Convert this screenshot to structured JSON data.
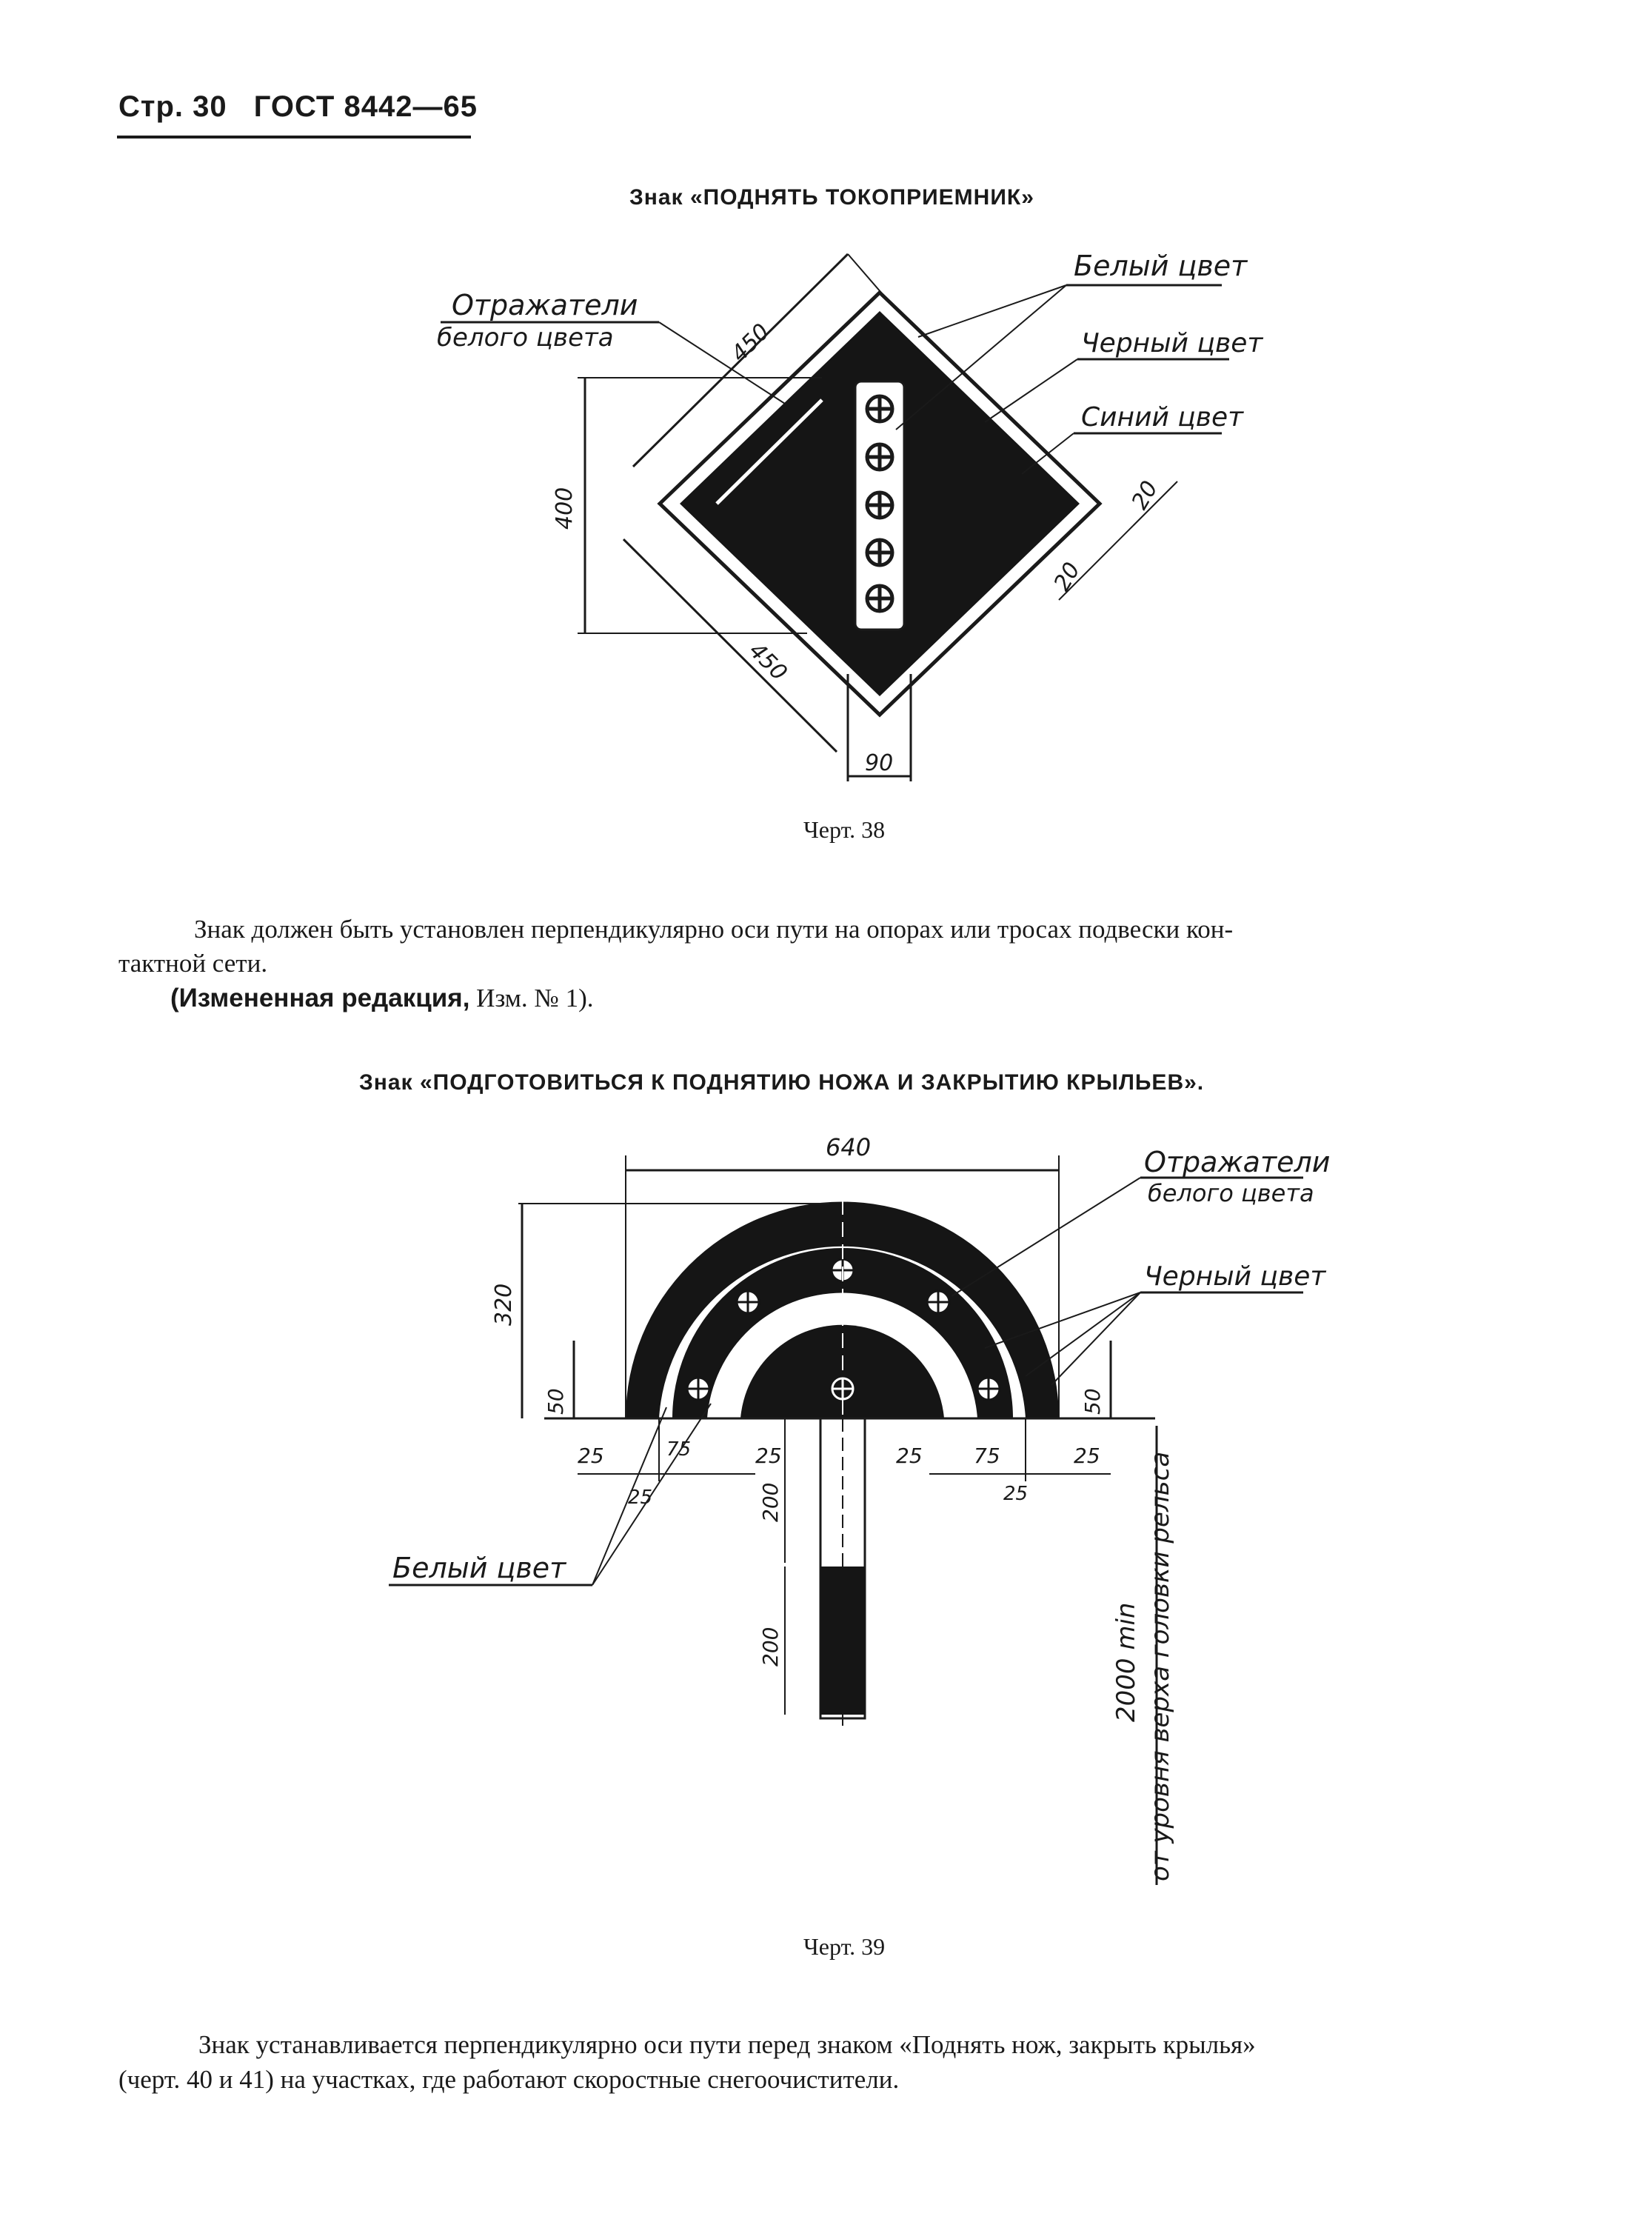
{
  "header": {
    "page": "Стр. 30",
    "standard": "ГОСТ 8442—65"
  },
  "figure1": {
    "title": "Знак «ПОДНЯТЬ ТОКОПРИЕМНИК»",
    "caption": "Черт. 38",
    "labels": {
      "reflectors_l1": "Отражатели",
      "reflectors_l2": "белого цвета",
      "white": "Белый цвет",
      "black": "Черный цвет",
      "blue": "Синий цвет"
    },
    "dims": {
      "side_top": "450",
      "side_bottom": "450",
      "height": "400",
      "stem": "90",
      "border_a": "20",
      "border_b": "20"
    }
  },
  "paragraph1": {
    "line1": "Знак должен быть установлен перпендикулярно  оси пути на опорах или тросах  подвески кон-",
    "line2": "тактной сети.",
    "amend_bold": "(Измененная редакция,",
    "amend_rest": " Изм. № 1)."
  },
  "figure2": {
    "title": "Знак «ПОДГОТОВИТЬСЯ К ПОДНЯТИЮ НОЖА И   ЗАКРЫТИЮ КРЫЛЬЕВ».",
    "caption": "Черт. 39",
    "labels": {
      "reflectors_l1": "Отражатели",
      "reflectors_l2": "белого цвета",
      "black": "Черный цвет",
      "white": "Белый цвет",
      "height_l1": "2000 min",
      "height_l2": "от уровня верха головки рельса"
    },
    "dims": {
      "width": "640",
      "height": "320",
      "left_50": "50",
      "right_50": "50",
      "d1": "25",
      "d2": "75",
      "d3": "25",
      "d4": "25",
      "d5": "75",
      "d6": "25",
      "d7": "25",
      "d8": "25",
      "pole1": "200",
      "pole2": "200"
    }
  },
  "paragraph2": {
    "line1": "Знак устанавливается перпендикулярно  оси пути перед знаком «Поднять нож, закрыть крылья»",
    "line2": "(черт. 40 и 41)  на участках, где работают  скоростные снегоочистители."
  }
}
